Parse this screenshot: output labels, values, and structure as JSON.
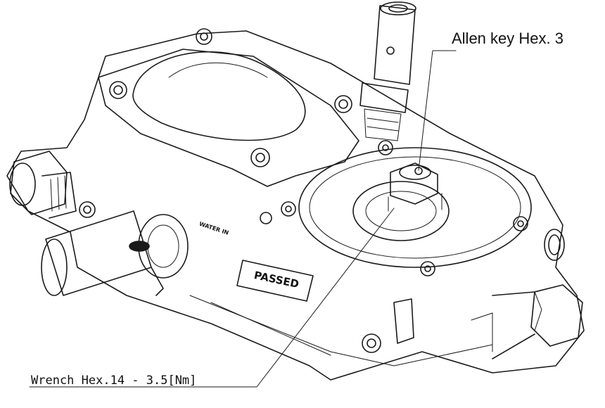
{
  "callouts": {
    "allen_key": "Allen key Hex. 3",
    "wrench": "Wrench Hex.14 - 3.5[Nm]"
  },
  "body_markings": {
    "passed_label": "PASSED",
    "water_in": "WATER IN"
  },
  "colors": {
    "line": "#1a1a1a",
    "background": "#ffffff"
  }
}
